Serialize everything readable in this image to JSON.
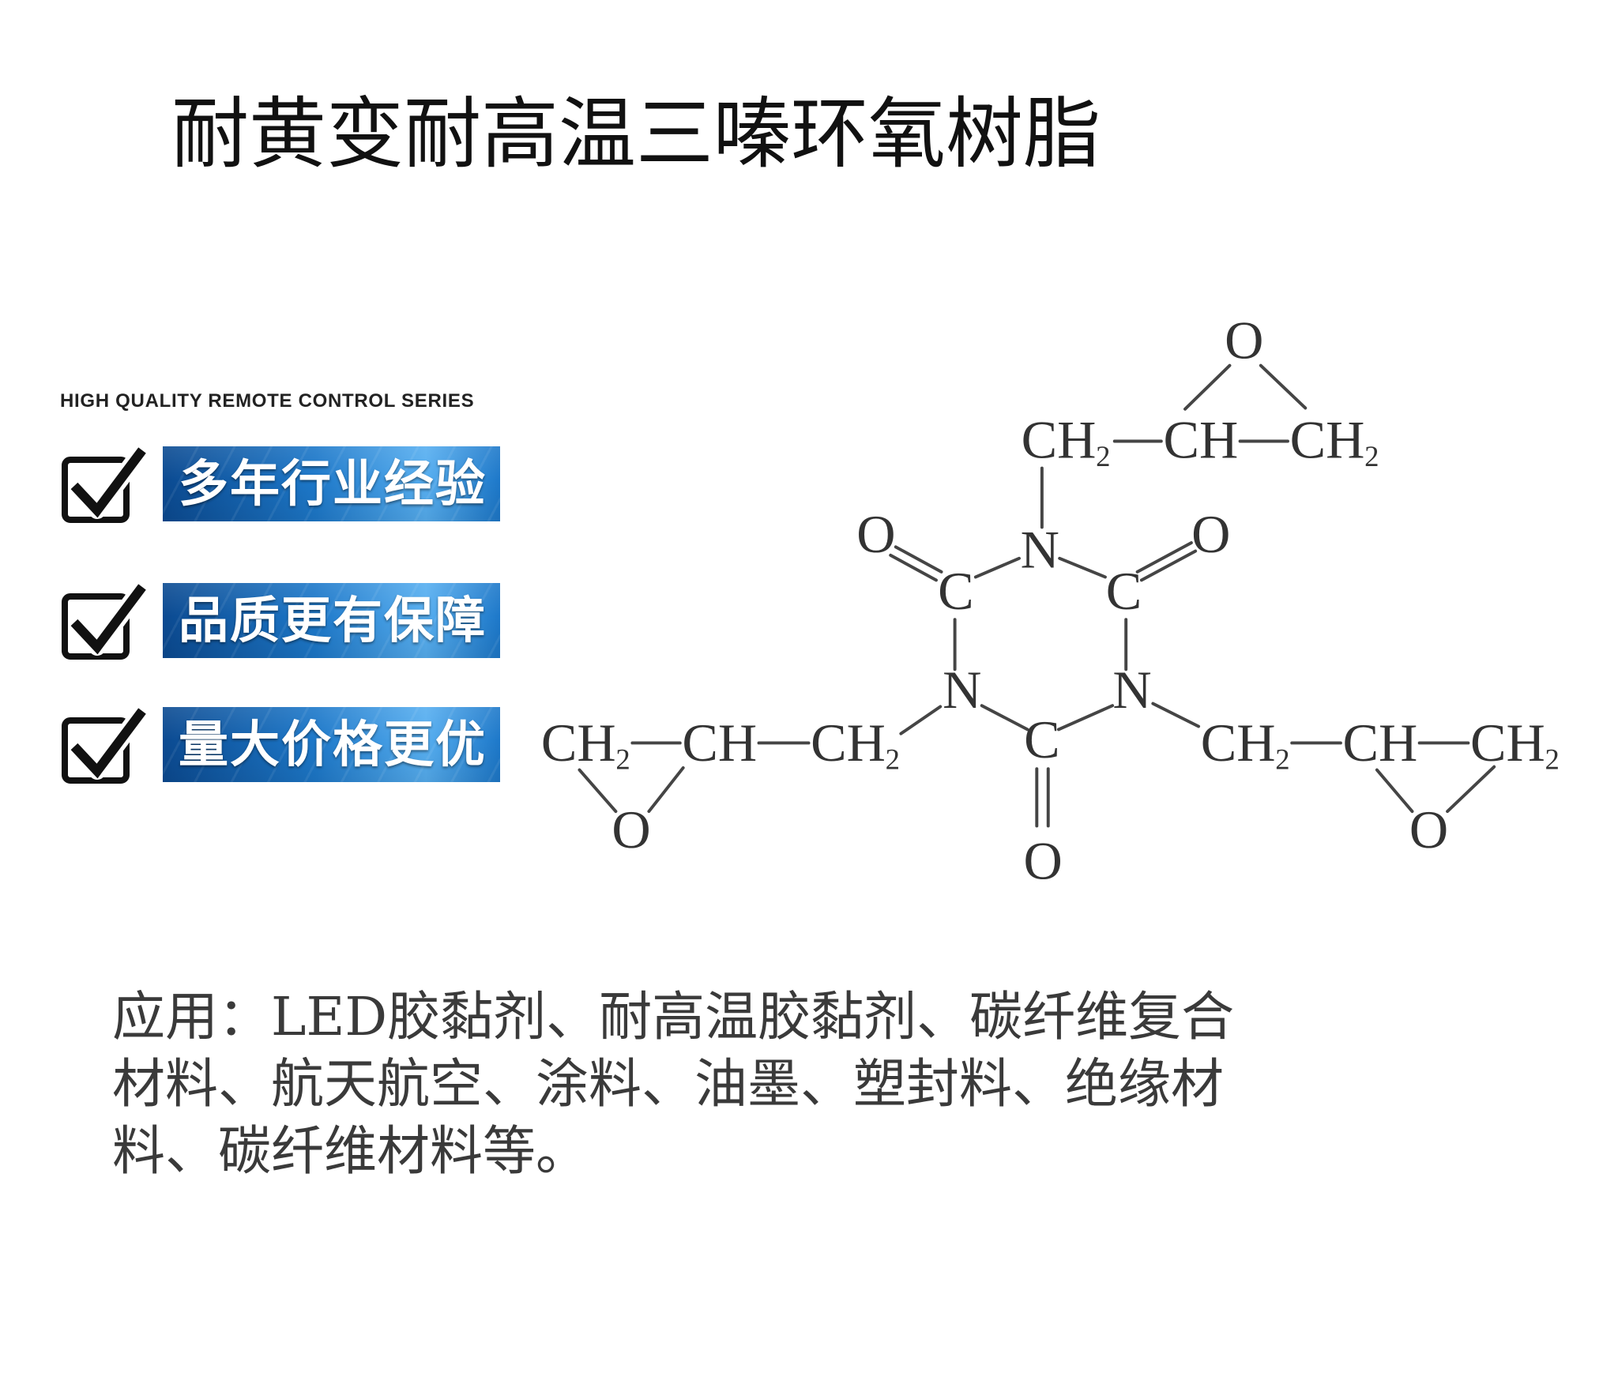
{
  "title": "耐黄变耐高温三嗪环氧树脂",
  "tagline": "HIGH QUALITY REMOTE CONTROL SERIES",
  "features": [
    {
      "label": "多年行业经验",
      "icon": "checkbox-checked-icon"
    },
    {
      "label": "品质更有保障",
      "icon": "checkbox-checked-icon"
    },
    {
      "label": "量大价格更优",
      "icon": "checkbox-checked-icon"
    }
  ],
  "structure": {
    "oxygen": "O",
    "nitrogen": "N",
    "carbon": "C",
    "group_ch": "CH",
    "subscript_2": "2"
  },
  "application": {
    "lines": [
      "应用：LED胶黏剂、耐高温胶黏剂、碳纤维复合",
      "材料、航天航空、涂料、油墨、塑封料、绝缘材",
      "料、碳纤维材料等。"
    ]
  },
  "colors": {
    "badge_dark": "#0b4a91",
    "badge_mid": "#1d78c9",
    "badge_light": "#56aef0",
    "title": "#111111",
    "body_text": "#3a3a3a",
    "structure": "#333333"
  }
}
